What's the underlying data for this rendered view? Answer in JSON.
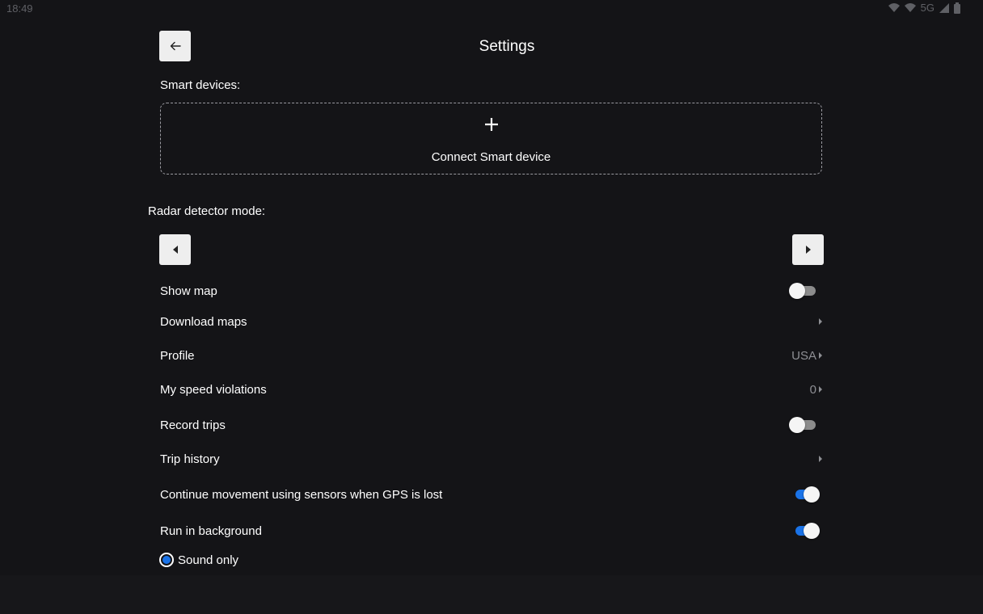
{
  "status_bar": {
    "time": "18:49",
    "network": "5G",
    "icons": [
      "wifi-icon",
      "wifi-icon",
      "signal-icon",
      "battery-icon"
    ]
  },
  "header": {
    "title": "Settings",
    "back_icon": "arrow-left-icon"
  },
  "smart_devices": {
    "label": "Smart devices:",
    "connect_label": "Connect Smart device",
    "connect_icon": "plus-icon"
  },
  "radar": {
    "label": "Radar detector mode:",
    "prev_icon": "caret-left-icon",
    "next_icon": "caret-right-icon"
  },
  "settings": {
    "show_map": {
      "label": "Show map",
      "enabled": false
    },
    "download_maps": {
      "label": "Download maps"
    },
    "profile": {
      "label": "Profile",
      "value": "USA"
    },
    "speed_violations": {
      "label": "My speed violations",
      "value": "0"
    },
    "record_trips": {
      "label": "Record trips",
      "enabled": false
    },
    "trip_history": {
      "label": "Trip history"
    },
    "continue_movement": {
      "label": "Continue movement using sensors when GPS is lost",
      "enabled": true
    },
    "run_background": {
      "label": "Run in background",
      "enabled": true
    }
  },
  "sound_option": {
    "label": "Sound only",
    "selected": true
  },
  "colors": {
    "background": "#141417",
    "accent": "#1a73e8",
    "button_bg": "#eeeeee",
    "muted_text": "#8e8f94"
  }
}
